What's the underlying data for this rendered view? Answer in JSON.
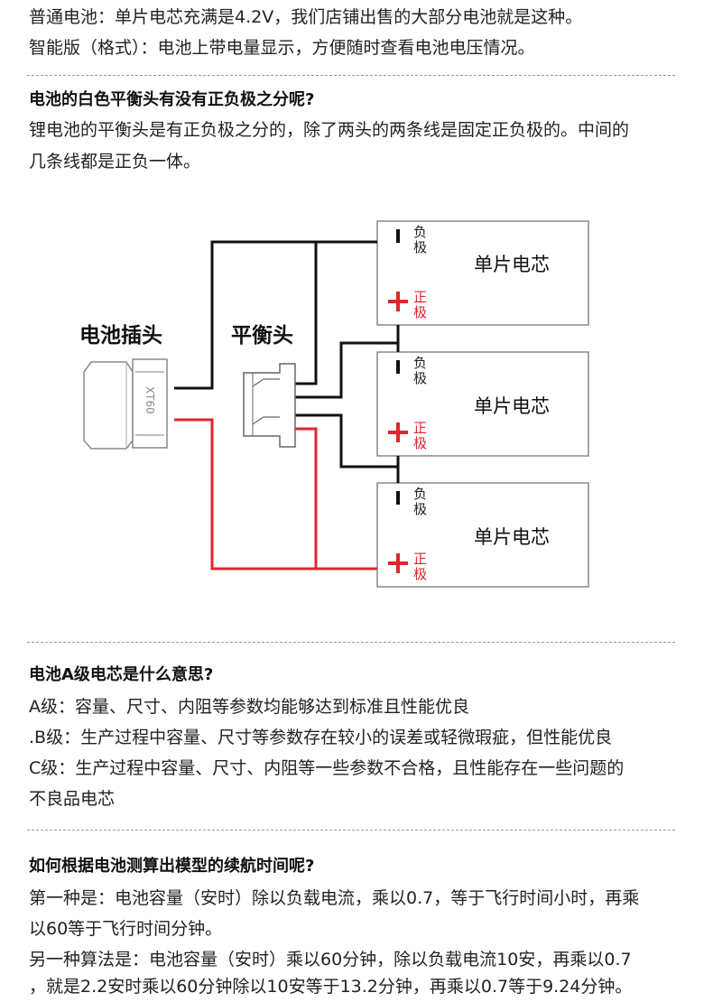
{
  "intro": {
    "line1": "普通电池：单片电芯充满是4.2V，我们店铺出售的大部分电池就是这种。",
    "line2": "智能版（格式）：电池上带电量显示，方便随时查看电池电压情况。"
  },
  "balance": {
    "heading": "电池的白色平衡头有没有正负极之分呢?",
    "line1": "锂电池的平衡头是有正负极之分的，除了两头的两条线是固定正负极的。中间的",
    "line2": "几条线都是正负一体。"
  },
  "diagram": {
    "plug_label": "电池插头",
    "balance_label": "平衡头",
    "plug_text": "XT60",
    "cell_label": "单片电芯",
    "neg_label_1": "负",
    "neg_label_2": "极",
    "pos_label_1": "正",
    "pos_label_2": "极",
    "colors": {
      "positive": "#e0262a",
      "negative": "#111111",
      "border": "#888888"
    }
  },
  "grade": {
    "heading": "电池A级电芯是什么意思?",
    "a": "A级：容量、尺寸、内阻等参数均能够达到标准且性能优良",
    "b": ".B级：生产过程中容量、尺寸等参数存在较小的误差或轻微瑕疵，但性能优良",
    "c1": "C级：生产过程中容量、尺寸、内阻等一些参数不合格，且性能存在一些问题的",
    "c2": "不良品电芯"
  },
  "runtime": {
    "heading": "如何根据电池测算出模型的续航时间呢?",
    "l1": "第一种是：电池容量（安时）除以负载电流，乘以0.7，等于飞行时间小时，再乘",
    "l2": "以60等于飞行时间分钟。",
    "l3": "另一种算法是：电池容量（安时）乘以60分钟，除以负载电流10安，再乘以0.7",
    "l4": "，就是2.2安时乘以60分钟除以10安等于13.2分钟，再乘以0.7等于9.24分钟。"
  }
}
